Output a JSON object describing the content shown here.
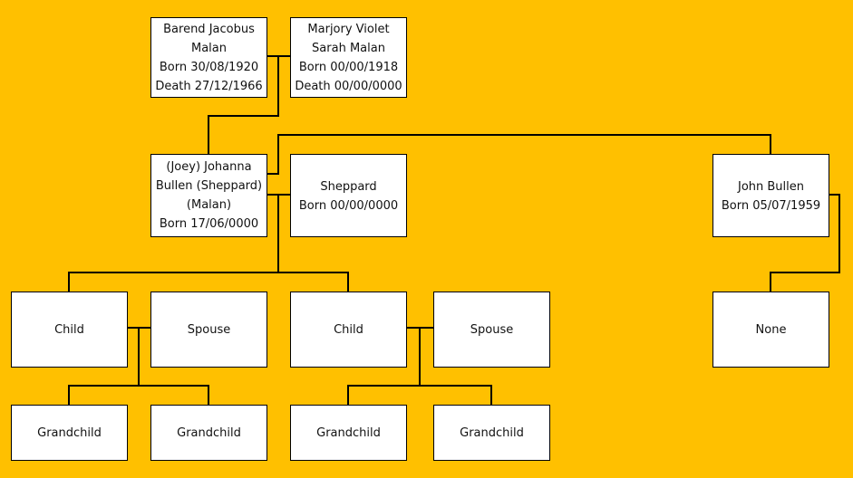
{
  "colors": {
    "background": "#FFC000",
    "box": "#FFFFFF",
    "line": "#000000"
  },
  "people": {
    "barend": [
      "Barend Jacobus",
      "Malan",
      "Born 30/08/1920",
      "Death 27/12/1966"
    ],
    "marjory": [
      "Marjory Violet",
      "Sarah Malan",
      "Born 00/00/1918",
      "Death 00/00/0000"
    ],
    "joey": [
      "(Joey) Johanna",
      "Bullen (Sheppard)",
      "(Malan)",
      "Born 17/06/0000"
    ],
    "sheppard": [
      "Sheppard",
      "Born 00/00/0000"
    ],
    "john": [
      "John Bullen",
      "Born 05/07/1959"
    ],
    "child1": [
      "Child"
    ],
    "spouse1": [
      "Spouse"
    ],
    "child2": [
      "Child"
    ],
    "spouse2": [
      "Spouse"
    ],
    "none": [
      "None"
    ],
    "grandchild1": [
      "Grandchild"
    ],
    "grandchild2": [
      "Grandchild"
    ],
    "grandchild3": [
      "Grandchild"
    ],
    "grandchild4": [
      "Grandchild"
    ]
  }
}
